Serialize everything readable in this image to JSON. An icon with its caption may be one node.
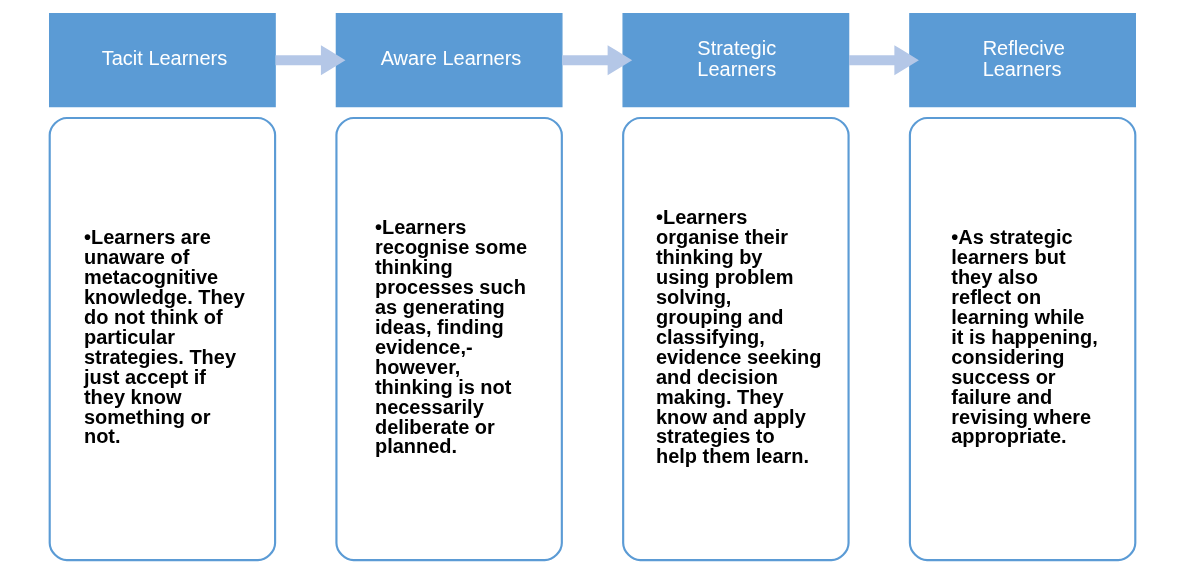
{
  "diagram": {
    "nodes": [
      {
        "text": [
          "Tacit Learners"
        ]
      },
      {
        "text": [
          "•Learners are unaware of metacognitive knowledge. They do not think of particular strategies. They just accept if they know something or not."
        ]
      },
      {
        "text": [
          "Aware Learners"
        ]
      },
      {
        "text": [
          "•Learners recognise some thinking processes such as generating ideas, finding evidence,- however, thinking is not necessarily deliberate or planned."
        ]
      },
      {
        "text": [
          "Strategic Learners"
        ]
      },
      {
        "text": [
          "•Learners organise their thinking by using problem solving, grouping and classifying, evidence seeking and decision making. They know and apply strategies to help them learn."
        ]
      },
      {
        "text": [
          "Reflecive Learners"
        ]
      },
      {
        "text": [
          "•As strategic learners but they also reflect on learning while it is happening, considering success or failure and revising where appropriate."
        ]
      }
    ],
    "edges": [
      {
        "from": 0,
        "to": 2,
        "arrow": "to"
      },
      {
        "from": 2,
        "to": 4,
        "arrow": "to"
      },
      {
        "from": 4,
        "to": 6,
        "arrow": "to"
      }
    ]
  }
}
